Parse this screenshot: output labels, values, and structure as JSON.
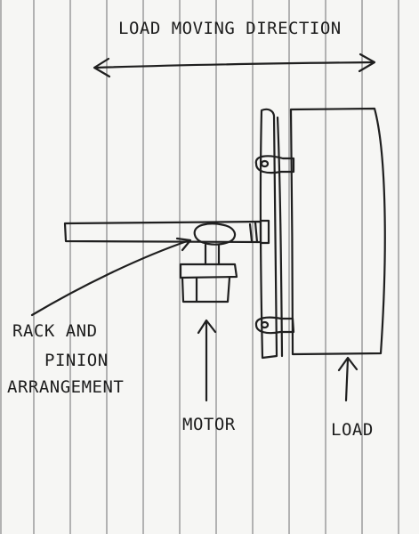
{
  "labels": {
    "direction": "LOAD MOVING DIRECTION",
    "rack_line1": "RACK AND",
    "rack_line2": "PINION",
    "rack_line3": "ARRANGEMENT",
    "motor": "MOTOR",
    "load": "LOAD"
  },
  "colors": {
    "ink": "#1f1f1f",
    "paper": "#f6f6f4",
    "rules": "#8e8e8e"
  },
  "icons": {
    "direction_arrow": "double-headed-arrow",
    "pointer": "arrow"
  }
}
